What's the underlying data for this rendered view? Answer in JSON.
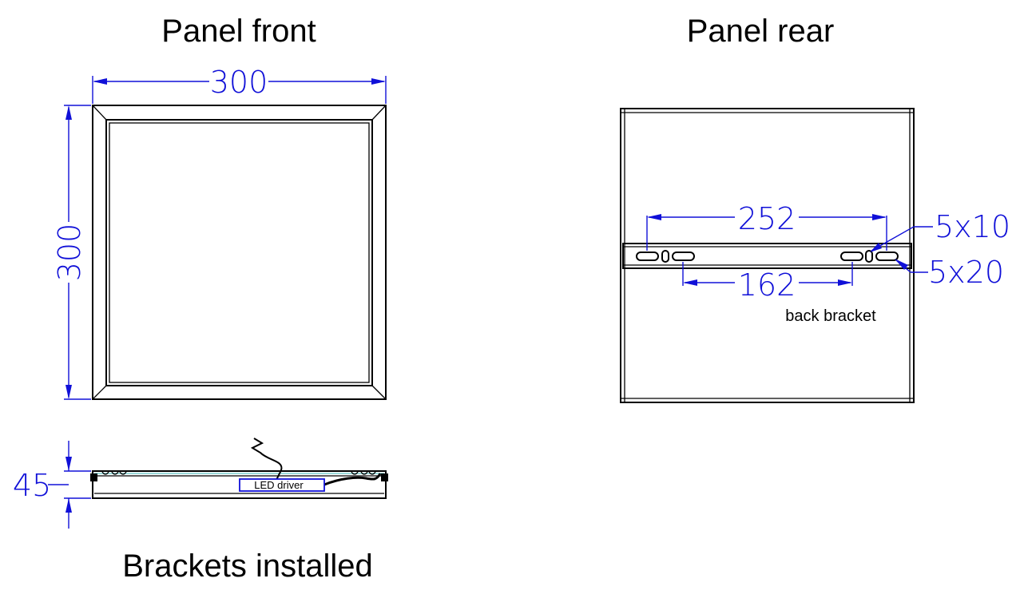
{
  "titles": {
    "front": "Panel front",
    "rear": "Panel rear",
    "side": "Brackets installed"
  },
  "dimensions": {
    "front_width": "300",
    "front_height": "300",
    "bracket_outer_spacing": "252",
    "bracket_inner_spacing": "162",
    "slot_small": "5x10",
    "slot_large": "5x20",
    "side_thickness": "45"
  },
  "labels": {
    "back_bracket": "back bracket",
    "led_driver": "LED driver"
  },
  "colors": {
    "outline": "#000000",
    "dimension": "#1010d8",
    "driver_box": "#1010d8",
    "lens": "#7fd0d0"
  }
}
